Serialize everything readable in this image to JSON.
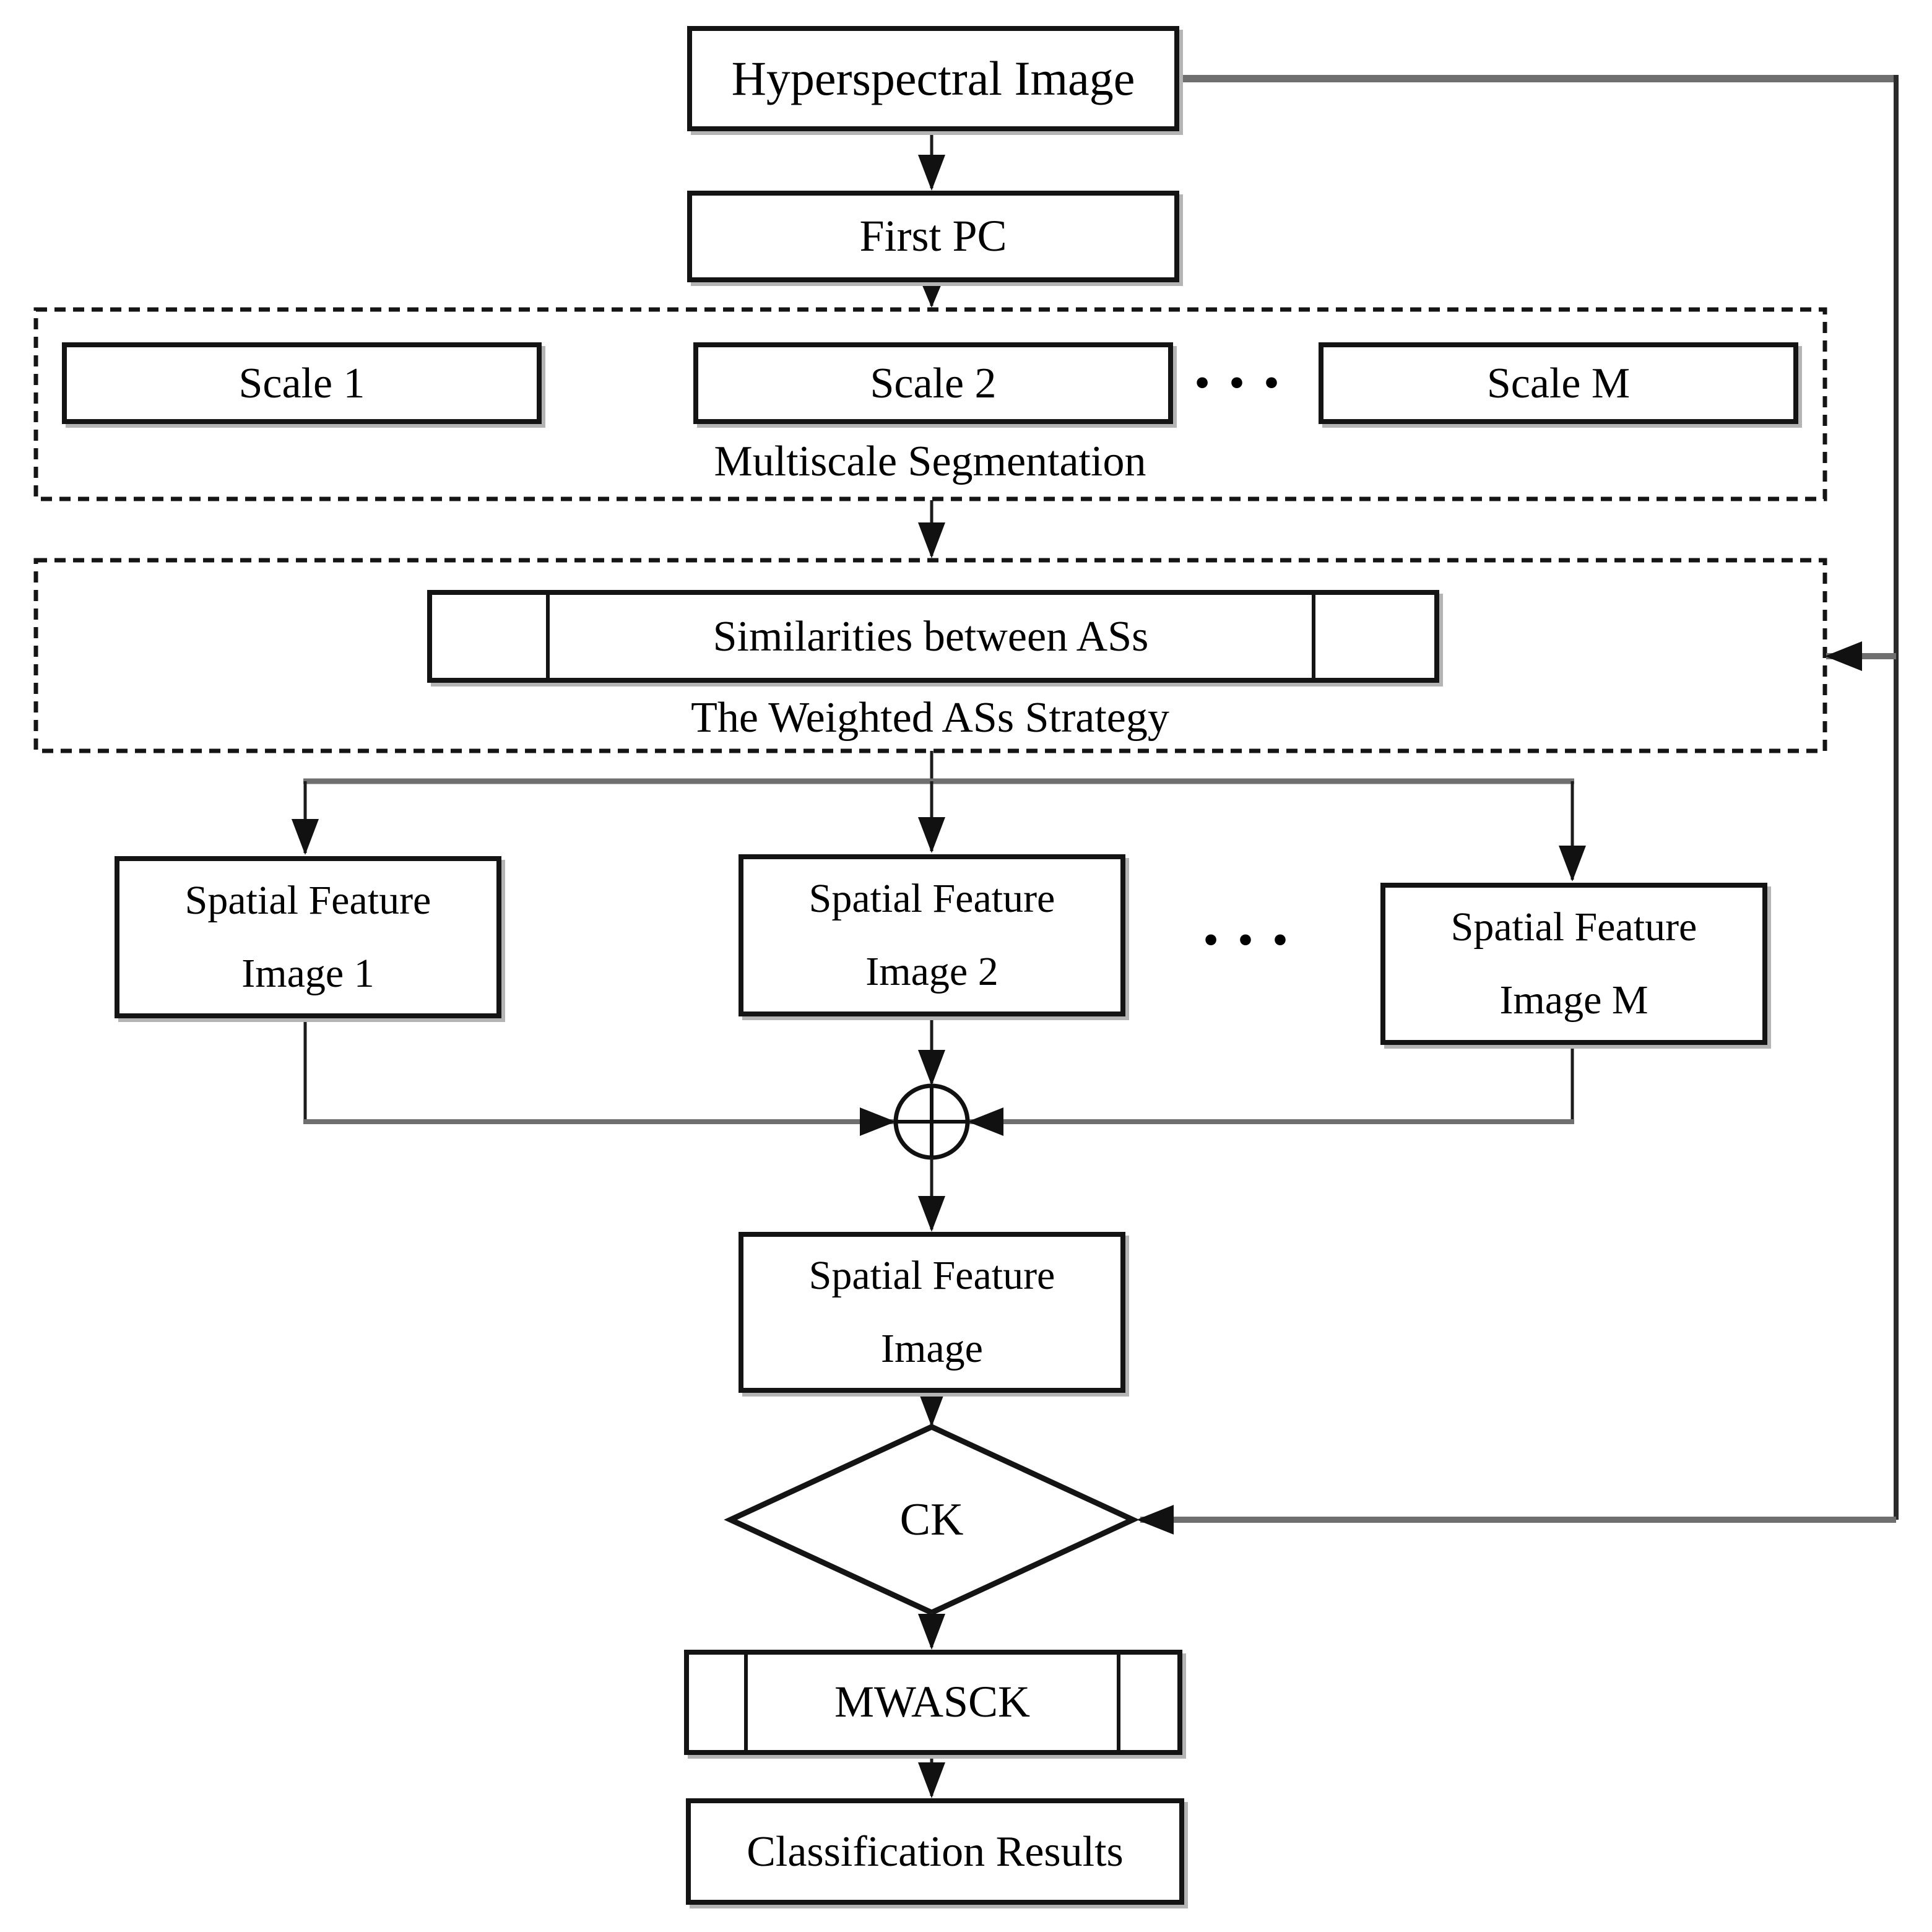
{
  "diagram_title": "MWASCK hyperspectral classification flowchart",
  "colors": {
    "background": "#ffffff",
    "box_border": "#141414",
    "text": "#000000",
    "connector_black": "#1c1c1c",
    "connector_gray": "#6f6f6f",
    "shadow": "#b4b4b4"
  },
  "icons": {
    "merge_operator": "circle-plus"
  },
  "nodes": {
    "hyperspectral": {
      "label": "Hyperspectral Image"
    },
    "first_pc": {
      "label": "First PC"
    },
    "scale_1": {
      "label": "Scale 1"
    },
    "scale_2": {
      "label": "Scale 2"
    },
    "scale_m": {
      "label": "Scale M"
    },
    "dots_scales": {
      "label": "•••"
    },
    "multiscale_container": {
      "label": "Multiscale Segmentation"
    },
    "similarities": {
      "label": "Similarities between ASs"
    },
    "weighted_container": {
      "label": "The Weighted ASs Strategy"
    },
    "spatial_1": {
      "line1": "Spatial Feature",
      "line2": "Image 1"
    },
    "spatial_2": {
      "line1": "Spatial Feature",
      "line2": "Image 2"
    },
    "dots_spatial": {
      "label": "•••"
    },
    "spatial_m": {
      "line1": "Spatial Feature",
      "line2": "Image M"
    },
    "spatial_merged": {
      "line1": "Spatial Feature",
      "line2": "Image"
    },
    "ck": {
      "label": "CK"
    },
    "mwasck": {
      "label": "MWASCK"
    },
    "classification": {
      "label": "Classification Results"
    }
  }
}
